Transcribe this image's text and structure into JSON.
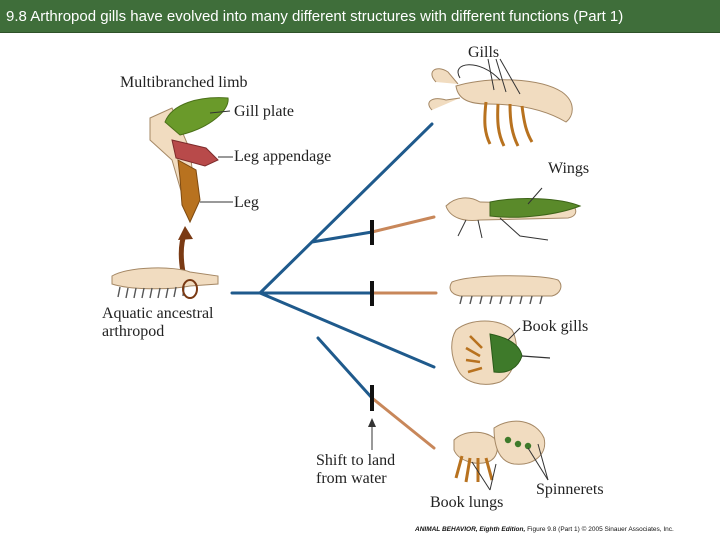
{
  "slide": {
    "title": "9.8  Arthropod gills have evolved into many different structures with different functions (Part 1)"
  },
  "labels": {
    "multibranched_limb": "Multibranched limb",
    "gill_plate": "Gill plate",
    "leg_appendage": "Leg appendage",
    "leg": "Leg",
    "ancestral_line1": "Aquatic ancestral",
    "ancestral_line2": "arthropod",
    "gills": "Gills",
    "wings": "Wings",
    "book_gills": "Book gills",
    "shift_line1": "Shift to land",
    "shift_line2": "from water",
    "book_lungs": "Book lungs",
    "spinnerets": "Spinnerets"
  },
  "credit": {
    "book": "ANIMAL BEHAVIOR, Eighth Edition,",
    "rest": "Figure 9.8 (Part 1)  © 2005 Sinauer Associates, Inc."
  },
  "colors": {
    "header": "#3f6e3a",
    "aquatic_lineage": "#1f5a8c",
    "terrestrial_lineage": "#c8875a",
    "gill_plate": "#6a9a2a",
    "leg_appendage": "#b84a4a",
    "leg": "#b8721f"
  }
}
